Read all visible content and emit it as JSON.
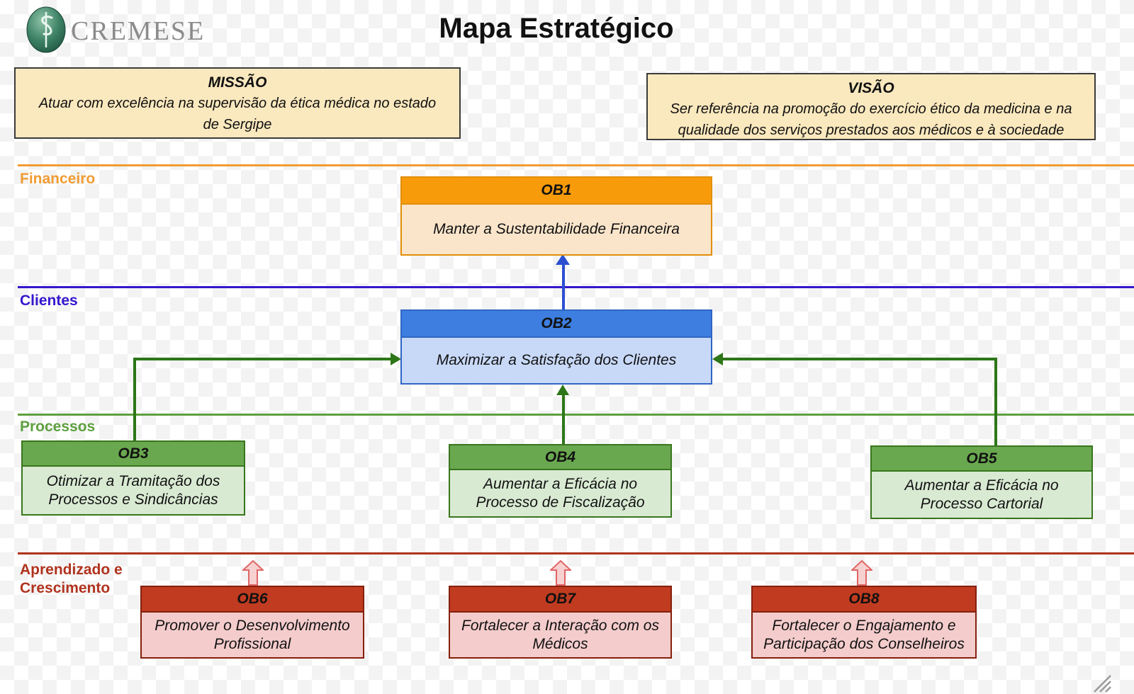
{
  "header": {
    "logo_text": "CREMESE",
    "title": "Mapa Estratégico"
  },
  "statements": {
    "mission": {
      "title": "MISSÃO",
      "body": "Atuar com excelência na supervisão da ética médica no estado de Sergipe"
    },
    "vision": {
      "title": "VISÃO",
      "body": "Ser referência na promoção do exercício ético da medicina e na qualidade dos serviços prestados aos médicos e à sociedade"
    }
  },
  "perspectives": [
    {
      "label": "Financeiro",
      "color": "#F09C33"
    },
    {
      "label": "Clientes",
      "color": "#3417CE"
    },
    {
      "label": "Processos",
      "color": "#5EA03F"
    },
    {
      "label": "Aprendizado e Crescimento",
      "color": "#B0331E"
    }
  ],
  "objectives": [
    {
      "code": "OB1",
      "text": "Manter a Sustentabilidade Financeira",
      "perspective": "Financeiro",
      "header_color": "#F89B0B",
      "body_color": "#FAE5CB"
    },
    {
      "code": "OB2",
      "text": "Maximizar a Satisfação dos Clientes",
      "perspective": "Clientes",
      "header_color": "#3D7EE0",
      "body_color": "#C8D9F8"
    },
    {
      "code": "OB3",
      "text": "Otimizar a Tramitação dos Processos e Sindicâncias",
      "perspective": "Processos",
      "header_color": "#6AA84F",
      "body_color": "#D9EAD3"
    },
    {
      "code": "OB4",
      "text": "Aumentar a Eficácia no Processo de Fiscalização",
      "perspective": "Processos",
      "header_color": "#6AA84F",
      "body_color": "#D9EAD3"
    },
    {
      "code": "OB5",
      "text": "Aumentar a Eficácia no Processo Cartorial",
      "perspective": "Processos",
      "header_color": "#6AA84F",
      "body_color": "#D9EAD3"
    },
    {
      "code": "OB6",
      "text": "Promover o Desenvolvimento Profissional",
      "perspective": "Aprendizado e Crescimento",
      "header_color": "#C13B20",
      "body_color": "#F4CCCC"
    },
    {
      "code": "OB7",
      "text": "Fortalecer a Interação com os Médicos",
      "perspective": "Aprendizado e Crescimento",
      "header_color": "#C13B20",
      "body_color": "#F4CCCC"
    },
    {
      "code": "OB8",
      "text": "Fortalecer o Engajamento e Participação dos Conselheiros",
      "perspective": "Aprendizado e Crescimento",
      "header_color": "#C13B20",
      "body_color": "#F4CCCC"
    }
  ],
  "connectors": {
    "arrow_blue": "#2C4FD2",
    "arrow_green": "#2D7618",
    "block_arrow_fill": "#F7D0D0",
    "block_arrow_stroke": "#E06666"
  },
  "misc": {
    "statement_bg": "#FAE8BE",
    "logo_green": "#3E8266",
    "checker_gray": "#F3F3F3"
  }
}
